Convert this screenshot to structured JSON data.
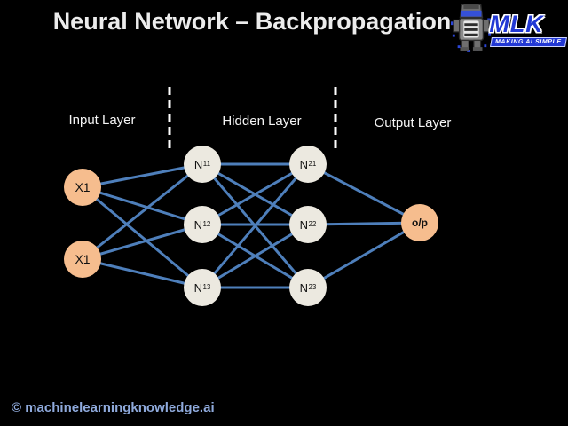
{
  "title": "Neural Network – Backpropagation",
  "logo": {
    "brand": "MLK",
    "tagline": "MAKING AI SIMPLE",
    "mascot": "robot-mascot-icon"
  },
  "layer_labels": {
    "input": "Input Layer",
    "hidden": "Hidden Layer",
    "output": "Output Layer"
  },
  "network": {
    "input_nodes": [
      {
        "label": "X1"
      },
      {
        "label": "X1"
      }
    ],
    "hidden_nodes": [
      {
        "base": "N",
        "sub": "11"
      },
      {
        "base": "N",
        "sub": "12"
      },
      {
        "base": "N",
        "sub": "13"
      },
      {
        "base": "N",
        "sub": "21"
      },
      {
        "base": "N",
        "sub": "22"
      },
      {
        "base": "N",
        "sub": "23"
      }
    ],
    "output_node": {
      "label": "o/p"
    },
    "structure_note": "2 inputs fully connected to 3 hidden nodes (N11,N12,N13), fully connected to 3 hidden nodes (N21,N22,N23), fully connected to 1 output"
  },
  "colors": {
    "background": "#000000",
    "edge": "#4e7fbb",
    "input_node_fill": "#f6bd8e",
    "hidden_node_fill": "#ece9e0",
    "output_node_fill": "#f6bd8e",
    "separator": "#ffffff",
    "title_text": "#ececec",
    "footer_text": "#8faadc",
    "logo_blue": "#2238d4"
  },
  "footer": "© machinelearningknowledge.ai"
}
